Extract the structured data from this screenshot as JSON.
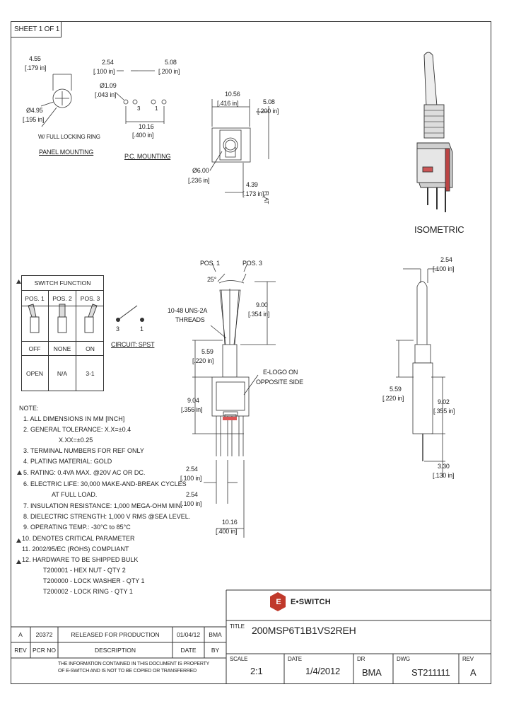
{
  "sheet": "SHEET 1 OF 1",
  "panel": {
    "dim1": "4.55",
    "dim1_in": "[.179 in]",
    "dim2": "Ø4.95",
    "dim2_in": "[.195 in]",
    "note": "W/ FULL LOCKING RING",
    "label": "PANEL MOUNTING"
  },
  "pc": {
    "d1": "2.54",
    "d1_in": "[.100 in]",
    "d2": "5.08",
    "d2_in": "[.200 in]",
    "d3": "Ø1.09",
    "d3_in": "[.043 in]",
    "d4": "10.16",
    "d4_in": "[.400 in]",
    "pin1": "3",
    "pin2": "1",
    "label": "P.C. MOUNTING"
  },
  "top": {
    "d1": "10.56",
    "d1_in": "[.416 in]",
    "d2": "5.08",
    "d2_in": "[.200 in]",
    "d3": "Ø6.00",
    "d3_in": "[.236 in]",
    "d4": "4.39",
    "d4_in": "[.173 in]",
    "flat": "FLAT"
  },
  "iso_label": "ISOMETRIC",
  "switch_table": {
    "title": "SWITCH FUNCTION",
    "headers": [
      "POS. 1",
      "POS. 2",
      "POS. 3"
    ],
    "functions": [
      "OFF",
      "NONE",
      "ON"
    ],
    "circuits": [
      "OPEN",
      "N/A",
      "3-1"
    ]
  },
  "circuit": {
    "pin_a": "3",
    "pin_b": "1",
    "label": "CIRCUIT: SPST"
  },
  "front": {
    "pos1": "POS. 1",
    "pos3": "POS. 3",
    "angle": "25°",
    "thread": "10-48 UNS-2A",
    "thread2": "THREADS",
    "d1": "9.00",
    "d1_in": "[.354 in]",
    "d2": "5.59",
    "d2_in": "[.220 in]",
    "d3": "9.04",
    "d3_in": "[.356 in]",
    "elogo": "E-LOGO ON",
    "elogo2": "OPPOSITE SIDE",
    "d4": "2.54",
    "d4_in": "[.100 in]",
    "d5": "2.54",
    "d5_in": "[.100 in]",
    "d6": "10.16",
    "d6_in": "[.400 in]"
  },
  "side": {
    "d1": "2.54",
    "d1_in": "[.100 in]",
    "d2": "5.59",
    "d2_in": "[.220 in]",
    "d3": "9.02",
    "d3_in": "[.355 in]",
    "d4": "3.30",
    "d4_in": "[.130 in]"
  },
  "notes": [
    "NOTE:",
    "1. ALL DIMENSIONS IN MM [INCH]",
    "2. GENERAL TOLERANCE: X.X=±0.4",
    "X.XX=±0.25",
    "3. TERMINAL NUMBERS FOR REF ONLY",
    "4. PLATING MATERIAL: GOLD",
    "5. RATING: 0.4VA MAX. @20V AC OR DC.",
    "6. ELECTRIC LIFE: 30,000 MAKE-AND-BREAK CYCLES",
    "AT FULL LOAD.",
    "7. INSULATION RESISTANCE: 1,000 MEGA-OHM MIN.",
    "8. DIELECTRIC STRENGTH: 1,000 V RMS @SEA LEVEL.",
    "9. OPERATING TEMP.: -30°C to 85°C",
    "10. DENOTES CRITICAL PARAMETER",
    "11. 2002/95/EC (ROHS) COMPLIANT",
    "12. HARDWARE TO BE SHIPPED BULK",
    "T200001 - HEX NUT - QTY 2",
    "T200000 - LOCK WASHER - QTY 1",
    "T200002 - LOCK RING - QTY 1"
  ],
  "logo": {
    "text": "E•SWITCH"
  },
  "title_block": {
    "title_label": "TITLE",
    "title": "200MSP6T1B1VS2REH",
    "scale_label": "SCALE",
    "scale": "2:1",
    "date_label": "DATE",
    "date": "1/4/2012",
    "dr_label": "DR",
    "dr": "BMA",
    "dwg_label": "DWG",
    "dwg": "ST211111",
    "rev_label": "REV",
    "rev": "A"
  },
  "revision": {
    "headers": [
      "REV",
      "PCR NO",
      "DESCRIPTION",
      "DATE",
      "BY"
    ],
    "rows": [
      [
        "A",
        "20372",
        "RELEASED FOR PRODUCTION",
        "01/04/12",
        "BMA"
      ]
    ]
  },
  "confidential": [
    "THE INFORMATION CONTAINED IN THIS DOCUMENT IS PROPERTY",
    "OF E-SWITCH AND IS NOT TO BE COPIED OR TRANSFERRED"
  ]
}
